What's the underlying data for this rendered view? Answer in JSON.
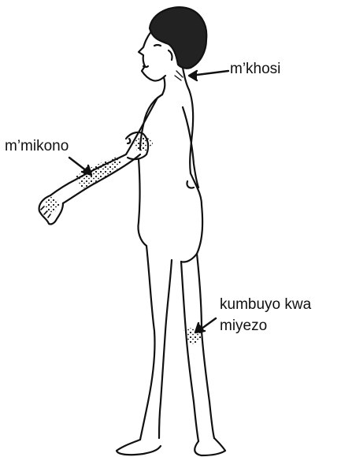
{
  "labels": {
    "neck": "m’khosi",
    "arm": "m’mikono",
    "knee_line1": "kumbuyo kwa",
    "knee_line2": "miyezo"
  },
  "colors": {
    "ink": "#111111",
    "background": "#ffffff"
  }
}
